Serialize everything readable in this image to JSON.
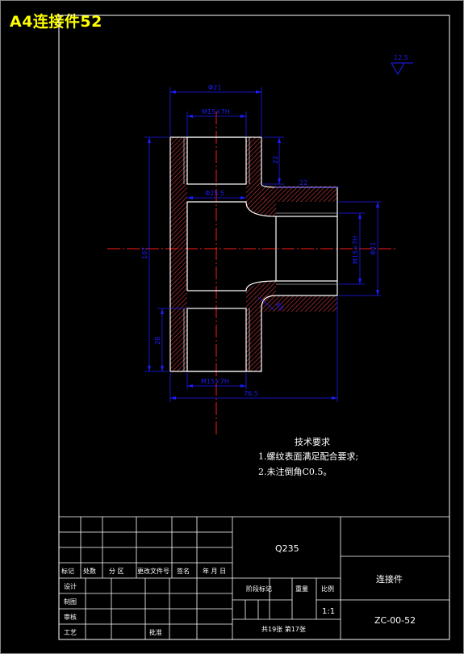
{
  "sheet_title": "A4连接件52",
  "colors": {
    "border": "#ffffff",
    "outline": "#ffffff",
    "dimension": "#1c1cff",
    "centerline": "#ff1a1a",
    "hatch": "#d43c3c",
    "title_text": "#ffff00"
  },
  "roughness": {
    "value": "12.5"
  },
  "dimensions": {
    "top_width": "Φ21",
    "top_thread": "M15×7H",
    "top_depth": "22",
    "branch_length": "22",
    "bore": "Φ25.5",
    "overall_height": "107",
    "bottom_depth": "28",
    "bottom_thread": "M15×7H",
    "overall_width": "76.5",
    "branch_thread": "M15×7H",
    "branch_dia": "Φ21",
    "fillet": "R5"
  },
  "tech_requirements": {
    "heading": "技术要求",
    "items": [
      "1.螺纹表面满足配合要求;",
      "2.未注倒角C0.5。"
    ]
  },
  "title_block": {
    "material": "Q235",
    "part_name": "连接件",
    "drawing_number": "ZC-00-52",
    "scale_label": "比例",
    "scale_value": "1:1",
    "weight_label": "重量",
    "stage_label": "阶段标记",
    "sheets": "共19张 第17张",
    "header_cells": [
      "标记",
      "处数",
      "分 区",
      "更改文件号",
      "签名",
      "年 月 日"
    ],
    "row_labels": [
      "设计",
      "制图",
      "审核",
      "工艺"
    ],
    "approve_label": "批准"
  }
}
